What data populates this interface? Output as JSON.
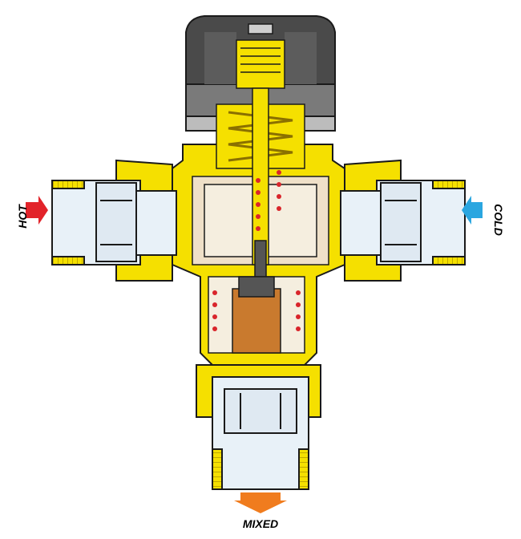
{
  "labels": {
    "hot": "HOT",
    "cold": "COLD",
    "mixed": "MIXED"
  },
  "colors": {
    "brass": "#f5e000",
    "brass_dark": "#c9a400",
    "pipe_fill": "#e8f1f8",
    "knob": "#4a4a4a",
    "knob_light": "#7a7a7a",
    "spring_red": "#d9252b",
    "copper": "#c97a2e",
    "hot_arrow": "#e2232a",
    "cold_arrow": "#2aa6e0",
    "mixed_arrow": "#f07c1e",
    "outline": "#1a1a1a"
  },
  "icons": {
    "hot_arrow": "arrow-right-icon",
    "cold_arrow": "arrow-left-icon",
    "mixed_arrow": "arrow-down-icon"
  }
}
